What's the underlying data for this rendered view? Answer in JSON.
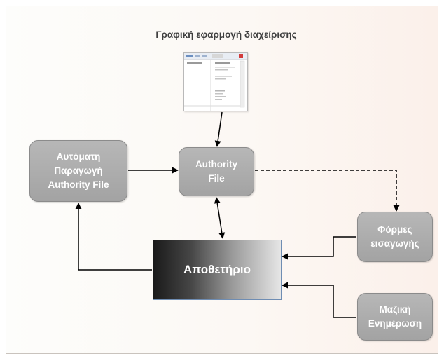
{
  "diagram": {
    "title": "Γραφική εφαρμογή  διαχείρισης",
    "nodes": {
      "auto_generation": "Αυτόματη\nΠαραγωγή\nAuthority File",
      "authority_file": "Authority\nFile",
      "repository": "Αποθετήριο",
      "entry_forms": "Φόρμες\nεισαγωγής",
      "bulk_update": "Μαζική\nΕνημέρωση"
    },
    "edges": [
      {
        "from": "screenshot",
        "to": "authority_file",
        "style": "solid"
      },
      {
        "from": "auto_generation",
        "to": "authority_file",
        "style": "solid"
      },
      {
        "from": "authority_file",
        "to": "entry_forms",
        "style": "dashed"
      },
      {
        "from": "authority_file",
        "to": "repository",
        "style": "solid",
        "bidirectional": true
      },
      {
        "from": "repository",
        "to": "auto_generation",
        "style": "solid"
      },
      {
        "from": "entry_forms",
        "to": "repository",
        "style": "solid"
      },
      {
        "from": "bulk_update",
        "to": "repository",
        "style": "solid"
      }
    ],
    "colors": {
      "node_fill": "#a9a9a9",
      "node_text": "#ffffff",
      "arrow": "#000000",
      "title_text": "#3f3f3f"
    }
  }
}
